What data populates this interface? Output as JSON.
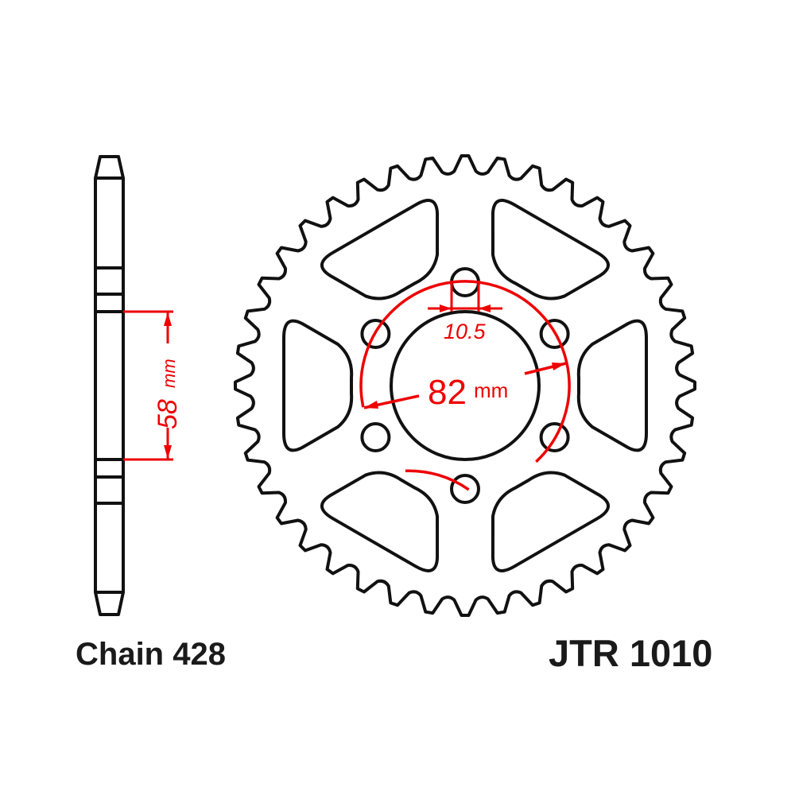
{
  "title": "JTR 1010",
  "chain_label": "Chain 428",
  "part_number": "JTR 1010",
  "colors": {
    "outline": "#111111",
    "dimension": "#ee0000",
    "background": "#ffffff"
  },
  "sprocket": {
    "teeth": 40,
    "bolt_holes": 6,
    "lightening_windows": 6
  },
  "dimensions": {
    "center_bore": {
      "value": "58",
      "unit": "mm"
    },
    "bolt_circle": {
      "value": "82",
      "unit": "mm"
    },
    "bolt_hole": {
      "value": "10.5"
    }
  }
}
